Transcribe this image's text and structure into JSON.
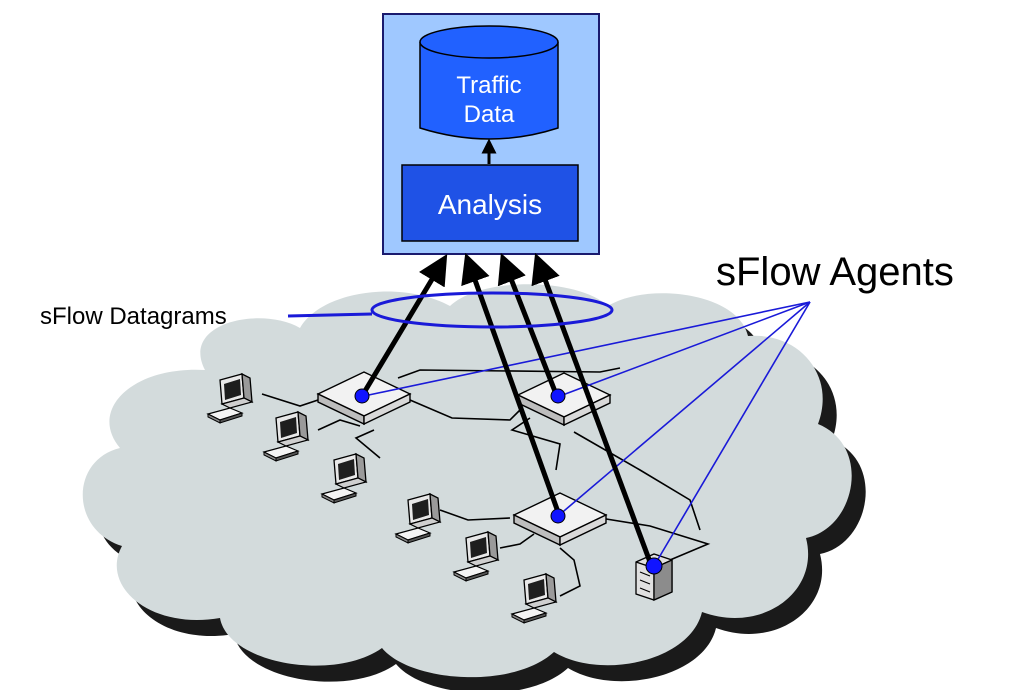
{
  "collector": {
    "database_label_line1": "Traffic",
    "database_label_line2": "Data",
    "analysis_label": "Analysis"
  },
  "labels": {
    "datagrams": "sFlow Datagrams",
    "agents": "sFlow Agents"
  },
  "colors": {
    "collector_panel": "#9fc8ff",
    "collector_border": "#1a1a6e",
    "database_fill": "#2161ff",
    "analysis_fill": "#1f52e6",
    "cloud_fill": "#d3dbdc",
    "cloud_shadow": "#1a1a1a",
    "agent_dot": "#1014ff",
    "agent_line": "#1a1ad8",
    "arrow": "#000000"
  },
  "nodes": {
    "switches": [
      {
        "name": "switch-left",
        "has_agent": true
      },
      {
        "name": "switch-right",
        "has_agent": true
      },
      {
        "name": "switch-middle",
        "has_agent": true
      }
    ],
    "server": {
      "name": "server-tower",
      "has_agent": true
    },
    "workstations": [
      {
        "name": "workstation-1"
      },
      {
        "name": "workstation-2"
      },
      {
        "name": "workstation-3"
      },
      {
        "name": "workstation-4"
      },
      {
        "name": "workstation-5"
      },
      {
        "name": "workstation-6"
      }
    ]
  }
}
